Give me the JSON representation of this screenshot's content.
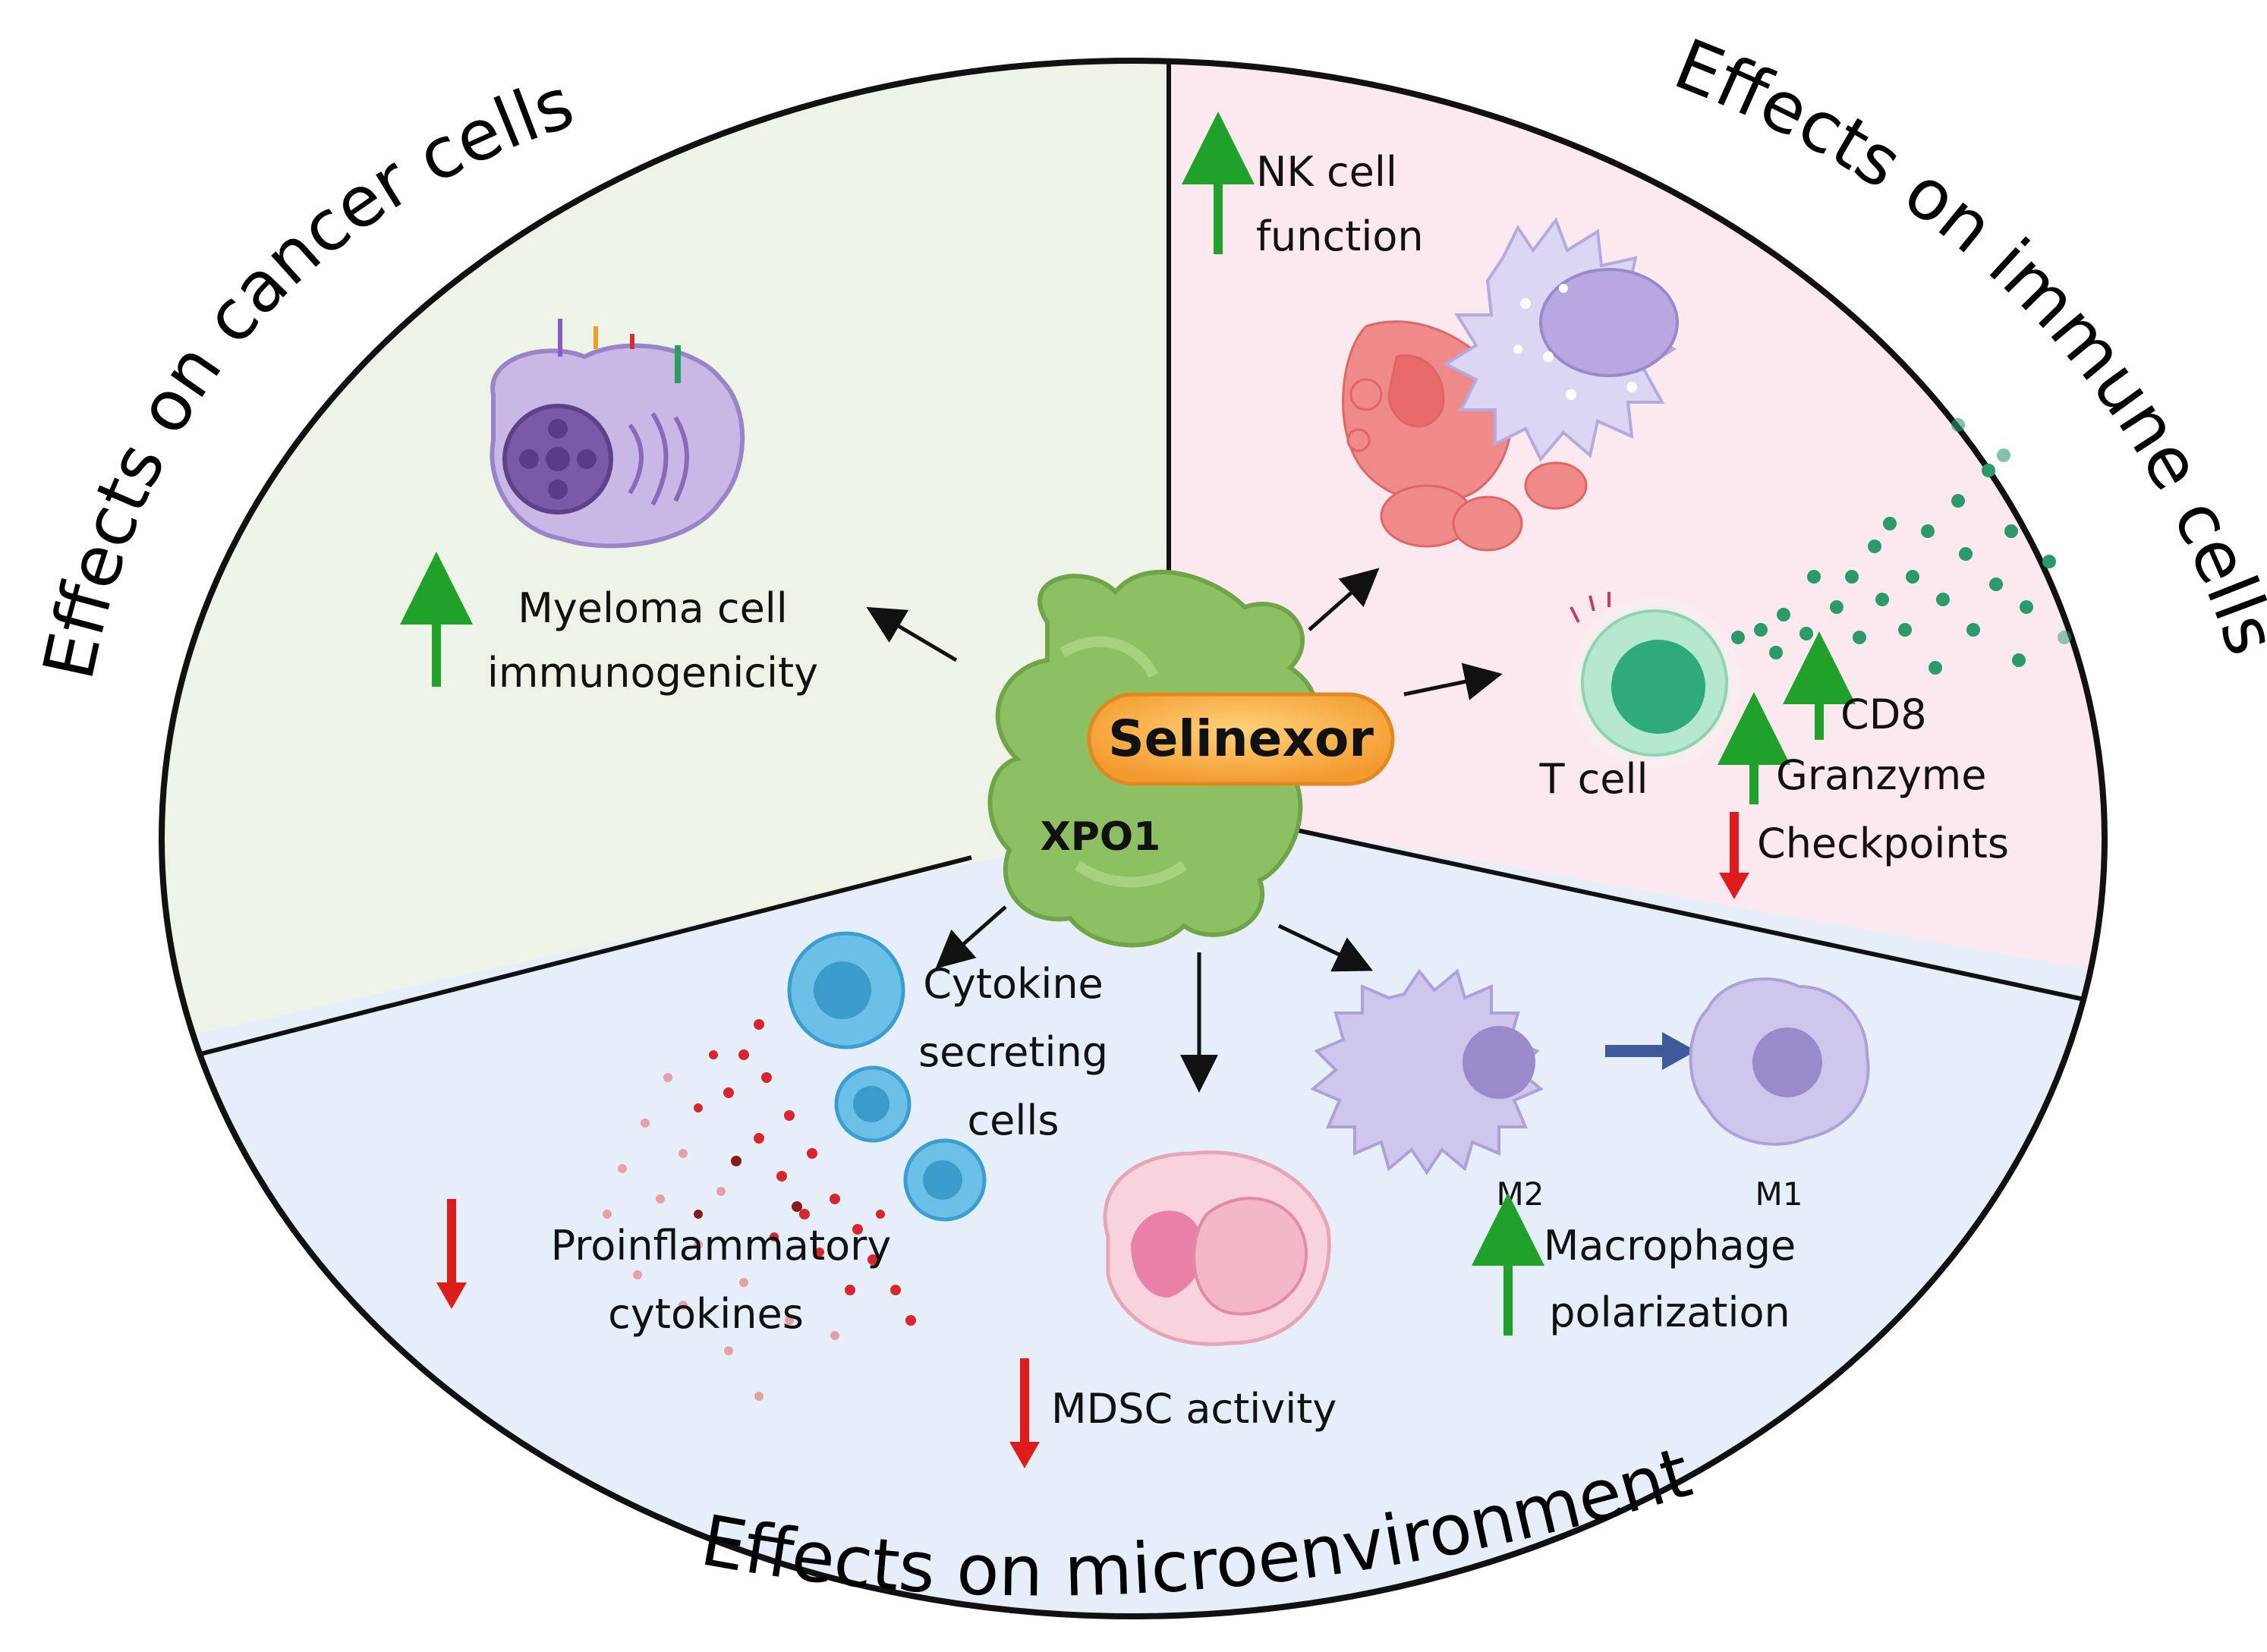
{
  "sections": {
    "cancer": "Effects on cancer cells",
    "immune": "Effects on immune cells",
    "micro": "Effects on microenvironment"
  },
  "center": {
    "drug": "Selinexor",
    "target": "XPO1"
  },
  "labels": {
    "myeloma_1": "Myeloma cell",
    "myeloma_2": "immunogenicity",
    "nk_1": "NK cell",
    "nk_2": "function",
    "tcell": "T cell",
    "cd8": "CD8",
    "granzyme": "Granzyme",
    "checkpoints": "Checkpoints",
    "cytokine_1": "Cytokine",
    "cytokine_2": "secreting",
    "cytokine_3": "cells",
    "proinfl_1": "Proinflammatory",
    "proinfl_2": "cytokines",
    "mdsc": "MDSC activity",
    "m2": "M2",
    "m1": "M1",
    "macro_1": "Macrophage",
    "macro_2": "polarization"
  },
  "colors": {
    "cancer_bg": "#eef3e8",
    "immune_bg": "#fbe9ef",
    "micro_bg": "#e6eff9",
    "up_arrow": "#1fa12a",
    "down_arrow": "#e01b1b",
    "xpo1": "#8cc063",
    "selinexor": "#f7a642"
  }
}
